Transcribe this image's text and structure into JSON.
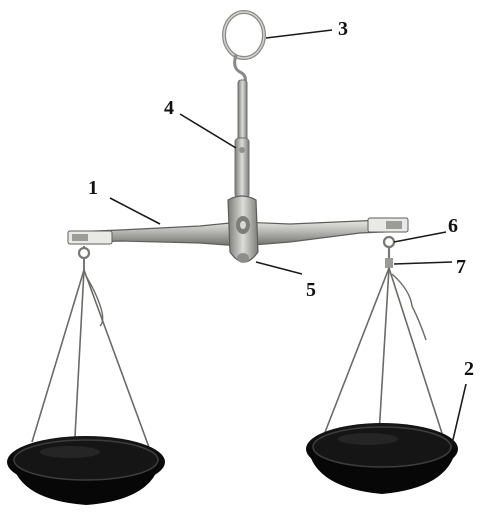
{
  "figure": {
    "description_labels": [
      {
        "id": "1",
        "text": "1"
      },
      {
        "id": "2",
        "text": "2"
      },
      {
        "id": "3",
        "text": "3"
      },
      {
        "id": "4",
        "text": "4"
      },
      {
        "id": "5",
        "text": "5"
      },
      {
        "id": "6",
        "text": "6"
      },
      {
        "id": "7",
        "text": "7"
      }
    ]
  },
  "colors": {
    "background": "#ffffff",
    "metal_light": "#d9d9d6",
    "metal_mid": "#a9aaa6",
    "metal_dark": "#6e6f6b",
    "pan": "#0d0d0d",
    "pan_highlight": "#3a3a3a",
    "string": "#6b6b66"
  },
  "icons": {
    "ring": "suspension-ring",
    "beam": "balance-beam",
    "pan": "weighing-pan"
  }
}
